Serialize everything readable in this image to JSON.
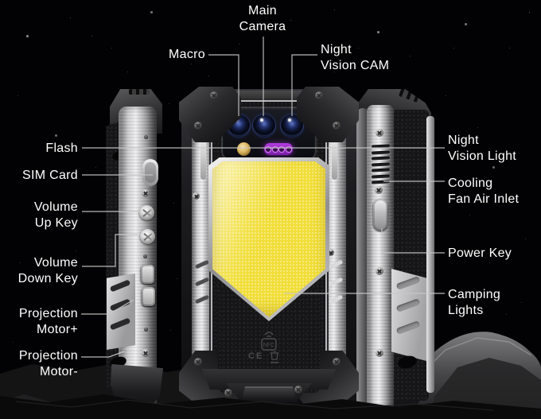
{
  "callouts": {
    "main_camera": {
      "line1": "Main",
      "line2": "Camera"
    },
    "macro": {
      "line1": "Macro"
    },
    "night_vision_cam": {
      "line1": "Night",
      "line2": "Vision CAM"
    },
    "flash": {
      "line1": "Flash"
    },
    "sim_card": {
      "line1": "SIM Card"
    },
    "volume_up": {
      "line1": "Volume",
      "line2": "Up Key"
    },
    "volume_down": {
      "line1": "Volume",
      "line2": "Down Key"
    },
    "projection_motor_plus": {
      "line1": "Projection",
      "line2": "Motor+"
    },
    "projection_motor_minus": {
      "line1": "Projection",
      "line2": "Motor-"
    },
    "night_vision_light": {
      "line1": "Night",
      "line2": "Vision Light"
    },
    "cooling_fan_air_inlet": {
      "line1": "Cooling",
      "line2": "Fan Air Inlet"
    },
    "power_key": {
      "line1": "Power Key"
    },
    "camping_lights": {
      "line1": "Camping",
      "line2": "Lights"
    }
  },
  "markings": {
    "nfc": "NFC",
    "ce": "CE"
  },
  "colors": {
    "background": "#020204",
    "label_text": "#ffffff",
    "callout_line": "#c7c7c7",
    "back_panel_yellow": "#f1de39",
    "night_vision_led_purple": "#a532dd",
    "flash_gold": "#d9b45e"
  }
}
